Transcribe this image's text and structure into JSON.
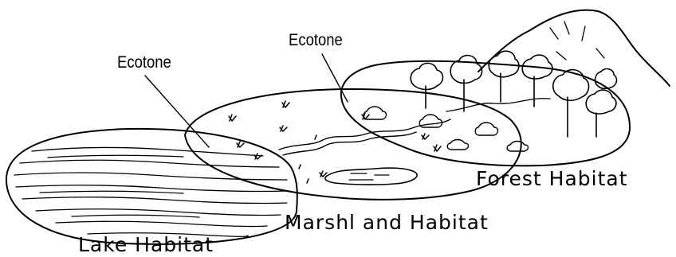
{
  "diagram": {
    "labels": {
      "ecotone_left": "Ecotone",
      "ecotone_right": "Ecotone",
      "forest": "Forest Habitat",
      "marshland": "Marshl and Habitat",
      "lake": "Lake Habitat"
    },
    "colors": {
      "ink": "#000000",
      "background": "#ffffff"
    }
  }
}
